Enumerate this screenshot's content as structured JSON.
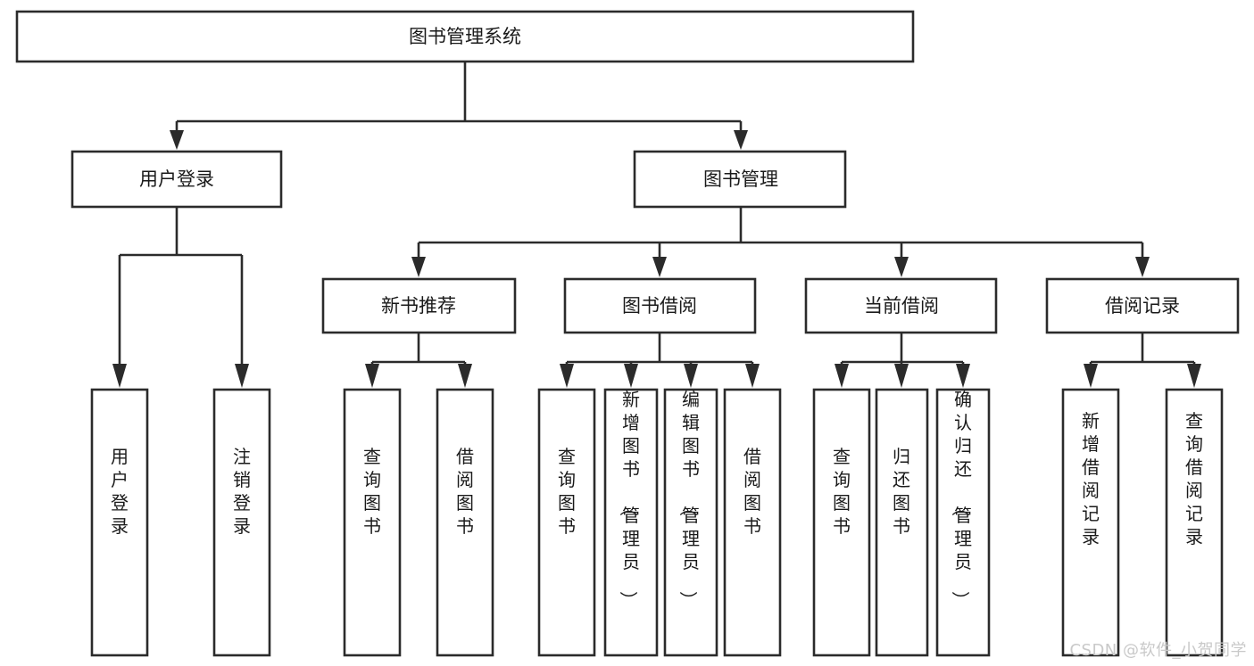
{
  "diagram": {
    "title": "图书管理系统",
    "type": "tree-hierarchy-chart",
    "watermark": "CSDN @软件_小贺同学",
    "colors": {
      "background": "#ffffff",
      "box_stroke": "#2b2b2b",
      "box_fill": "#ffffff",
      "text": "#1a1a1a",
      "watermark": "#c9c9c9"
    },
    "root": {
      "id": "root",
      "label": "图书管理系统",
      "orientation": "horizontal"
    },
    "level1": [
      {
        "id": "user-login",
        "label": "用户登录",
        "orientation": "horizontal"
      },
      {
        "id": "book-manage",
        "label": "图书管理",
        "orientation": "horizontal"
      }
    ],
    "level2": [
      {
        "id": "new-book-recommend",
        "label": "新书推荐",
        "orientation": "horizontal",
        "parent": "book-manage"
      },
      {
        "id": "book-borrow",
        "label": "图书借阅",
        "orientation": "horizontal",
        "parent": "book-manage"
      },
      {
        "id": "current-borrow",
        "label": "当前借阅",
        "orientation": "horizontal",
        "parent": "book-manage"
      },
      {
        "id": "borrow-record",
        "label": "借阅记录",
        "orientation": "horizontal",
        "parent": "book-manage"
      }
    ],
    "leaves": [
      {
        "id": "leaf-user-login",
        "label": "用户登录",
        "orientation": "vertical",
        "parent": "user-login"
      },
      {
        "id": "leaf-user-logout",
        "label": "注销登录",
        "orientation": "vertical",
        "parent": "user-login"
      },
      {
        "id": "leaf-query-book-1",
        "label": "查询图书",
        "orientation": "vertical",
        "parent": "new-book-recommend"
      },
      {
        "id": "leaf-borrow-book-1",
        "label": "借阅图书",
        "orientation": "vertical",
        "parent": "new-book-recommend"
      },
      {
        "id": "leaf-query-book-2",
        "label": "查询图书",
        "orientation": "vertical",
        "parent": "book-borrow"
      },
      {
        "id": "leaf-add-book",
        "label": "新增图书（管理员）",
        "orientation": "vertical",
        "parent": "book-borrow"
      },
      {
        "id": "leaf-edit-book",
        "label": "编辑图书（管理员）",
        "orientation": "vertical",
        "parent": "book-borrow"
      },
      {
        "id": "leaf-borrow-book-2",
        "label": "借阅图书",
        "orientation": "vertical",
        "parent": "book-borrow"
      },
      {
        "id": "leaf-query-book-3",
        "label": "查询图书",
        "orientation": "vertical",
        "parent": "current-borrow"
      },
      {
        "id": "leaf-return-book",
        "label": "归还图书",
        "orientation": "vertical",
        "parent": "current-borrow"
      },
      {
        "id": "leaf-confirm-return",
        "label": "确认归还（管理员）",
        "orientation": "vertical",
        "parent": "current-borrow"
      },
      {
        "id": "leaf-add-record",
        "label": "新增借阅记录",
        "orientation": "vertical",
        "parent": "borrow-record"
      },
      {
        "id": "leaf-query-record",
        "label": "查询借阅记录",
        "orientation": "vertical",
        "parent": "borrow-record"
      }
    ]
  }
}
